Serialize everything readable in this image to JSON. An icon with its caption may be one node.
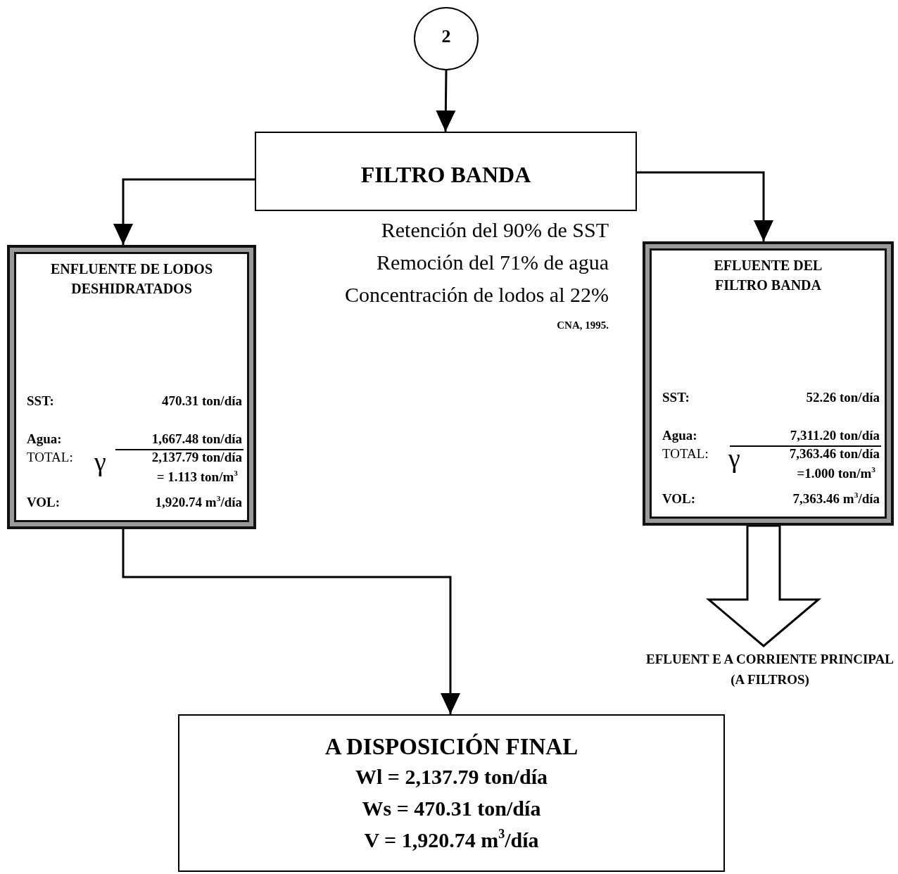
{
  "diagram": {
    "nodes": [
      {
        "text": [
          "2"
        ]
      },
      {
        "text": [
          "FILTRO BANDA"
        ],
        "beside": [
          "Retención del 90% de SST",
          "Remoción del 71% de agua",
          "Concentración de lodos al 22%",
          "CNA, 1995."
        ]
      },
      {
        "text": [
          "ENFLUENTE DE LODOS DESHIDRATADOS",
          "SST:",
          "470.31 ton/día",
          "Agua:",
          "1,667.48 ton/día",
          "TOTAL:",
          "2,137.79 ton/día",
          "γ",
          "= 1.113 ton/m$^{3}$",
          "VOL:",
          "1,920.74 m$^{3}$/día"
        ]
      },
      {
        "text": [
          "EFLUENTE DEL FILTRO BANDA",
          "SST:",
          "52.26 ton/día",
          "Agua:",
          "7,311.20 ton/día",
          "TOTAL:",
          "7,363.46 ton/día",
          "γ",
          "=1.000 ton/m$^{3}$",
          "VOL:",
          "7,363.46 m$^{3}$/día"
        ]
      },
      {
        "text": [
          "EFLUENT E A CORRIENTE PRINCIPAL (A FILTROS)"
        ]
      },
      {
        "text": [
          "A DISPOSICIÓN FINAL",
          "Wl = 2,137.79 ton/día",
          "Ws = 470.31 ton/día",
          "V = 1,920.74 m$^{3}$/día"
        ]
      }
    ],
    "edges": [
      {
        "from": 0,
        "to": 1,
        "arrow": "to"
      },
      {
        "from": 1,
        "to": 2,
        "arrow": "to"
      },
      {
        "from": 1,
        "to": 3,
        "arrow": "to"
      },
      {
        "from": 2,
        "to": 5,
        "arrow": "to"
      },
      {
        "from": 3,
        "to": 4,
        "arrow": "to",
        "style": "thick"
      }
    ]
  }
}
